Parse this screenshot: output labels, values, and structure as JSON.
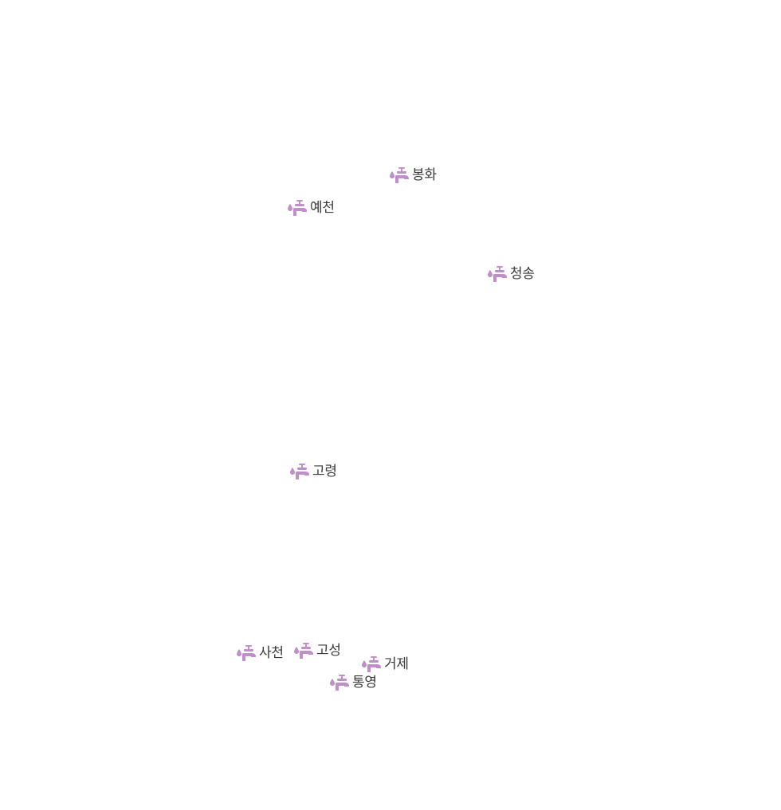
{
  "map": {
    "icon": "water-tap-icon",
    "icon_color": "#c08ec8",
    "label_color": "#3a3a3a",
    "background": "#ffffff",
    "markers": [
      {
        "id": "bonghwa",
        "label": "봉화"
      },
      {
        "id": "yecheon",
        "label": "예천"
      },
      {
        "id": "cheongsong",
        "label": "청송"
      },
      {
        "id": "goryeong",
        "label": "고령"
      },
      {
        "id": "sacheon",
        "label": "사천"
      },
      {
        "id": "goseong",
        "label": "고성"
      },
      {
        "id": "geoje",
        "label": "거제"
      },
      {
        "id": "tongyeong",
        "label": "통영"
      }
    ]
  }
}
